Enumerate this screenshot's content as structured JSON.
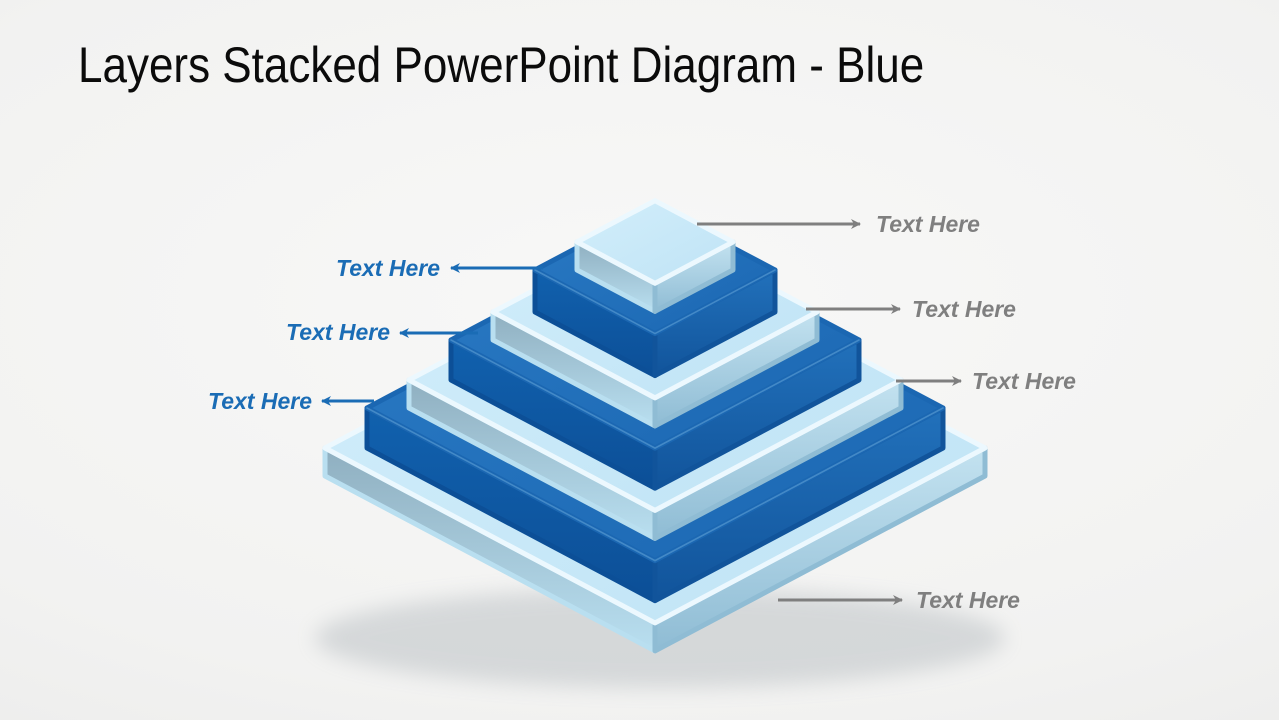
{
  "slide": {
    "title": "Layers Stacked PowerPoint Diagram - Blue"
  },
  "callouts": {
    "left_color": "#1a6cb5",
    "right_color": "#7f7f7f",
    "left": [
      {
        "label": "Text Here"
      },
      {
        "label": "Text Here"
      },
      {
        "label": "Text Here"
      }
    ],
    "right": [
      {
        "label": "Text Here"
      },
      {
        "label": "Text Here"
      },
      {
        "label": "Text Here"
      },
      {
        "label": "Text Here"
      }
    ]
  },
  "pyramid": {
    "layers_top_to_bottom": [
      {
        "level": 1,
        "shade": "light"
      },
      {
        "level": 2,
        "shade": "dark"
      },
      {
        "level": 3,
        "shade": "light"
      },
      {
        "level": 4,
        "shade": "dark"
      },
      {
        "level": 5,
        "shade": "light"
      },
      {
        "level": 6,
        "shade": "dark"
      },
      {
        "level": 7,
        "shade": "light"
      }
    ],
    "palette": {
      "light": {
        "top1": "#d2eefb",
        "top2": "#bfe3f5",
        "left1": "#8fafc0",
        "left2": "#b9dff0",
        "right1": "#c3e2f0",
        "right2": "#8fbcd4",
        "edge": "#ecf8fe"
      },
      "dark": {
        "top1": "#2a7ac4",
        "top2": "#1b67b2",
        "left1": "#1161ae",
        "left2": "#0c4f97",
        "right1": "#2271bb",
        "right2": "#11549b",
        "edge": "#64a6d8"
      }
    }
  }
}
